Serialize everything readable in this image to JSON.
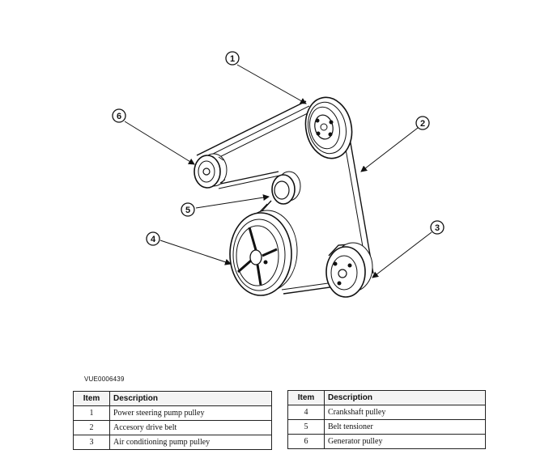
{
  "figure_id": "VUE0006439",
  "callouts": [
    "1",
    "2",
    "3",
    "4",
    "5",
    "6"
  ],
  "legend": {
    "header_item": "Item",
    "header_description": "Description",
    "left_rows": [
      {
        "item": "1",
        "description": "Power steering pump pulley"
      },
      {
        "item": "2",
        "description": "Accesory drive belt"
      },
      {
        "item": "3",
        "description": "Air conditioning pump pulley"
      }
    ],
    "right_rows": [
      {
        "item": "4",
        "description": "Crankshaft pulley"
      },
      {
        "item": "5",
        "description": "Belt tensioner"
      },
      {
        "item": "6",
        "description": "Generator pulley"
      }
    ]
  }
}
